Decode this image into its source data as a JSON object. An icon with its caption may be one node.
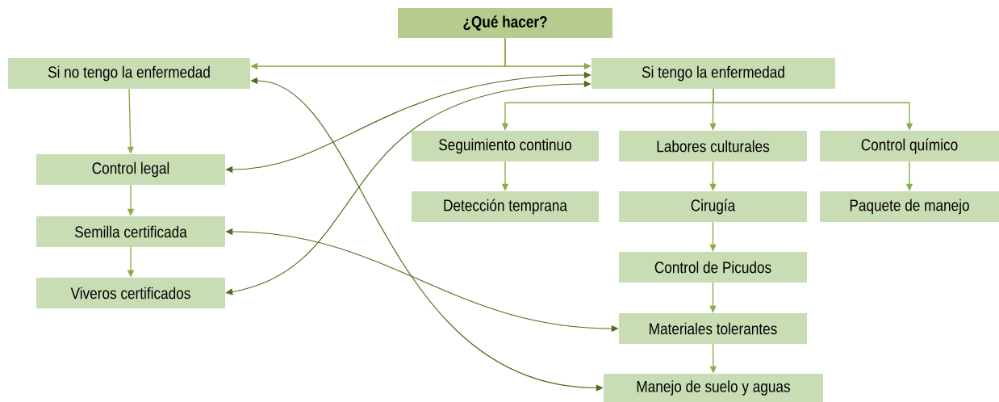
{
  "diagram": {
    "nodes": [
      {
        "text": [
          "¿Qué hacer?"
        ]
      },
      {
        "text": [
          "Si no tengo la enfermedad"
        ]
      },
      {
        "text": [
          "Si tengo la enfermedad"
        ]
      },
      {
        "text": [
          "Control legal"
        ]
      },
      {
        "text": [
          "Semilla certificada"
        ]
      },
      {
        "text": [
          "Viveros certificados"
        ]
      },
      {
        "text": [
          "Seguimiento continuo"
        ]
      },
      {
        "text": [
          "Labores culturales"
        ]
      },
      {
        "text": [
          "Control químico"
        ]
      },
      {
        "text": [
          "Detección temprana"
        ]
      },
      {
        "text": [
          "Cirugía"
        ]
      },
      {
        "text": [
          "Paquete de manejo"
        ]
      },
      {
        "text": [
          "Control de Picudos"
        ]
      },
      {
        "text": [
          "Materiales tolerantes"
        ]
      },
      {
        "text": [
          "Manejo de suelo y aguas"
        ]
      }
    ],
    "edges": [
      {
        "from": 0,
        "to": 1,
        "arrow": "to"
      },
      {
        "from": 0,
        "to": 2,
        "arrow": "to"
      },
      {
        "from": 1,
        "to": 3,
        "arrow": "to"
      },
      {
        "from": 3,
        "to": 4,
        "arrow": "to"
      },
      {
        "from": 4,
        "to": 5,
        "arrow": "to"
      },
      {
        "from": 2,
        "to": 6,
        "arrow": "to"
      },
      {
        "from": 2,
        "to": 7,
        "arrow": "to"
      },
      {
        "from": 2,
        "to": 8,
        "arrow": "to"
      },
      {
        "from": 6,
        "to": 9,
        "arrow": "to"
      },
      {
        "from": 7,
        "to": 10,
        "arrow": "to"
      },
      {
        "from": 8,
        "to": 11,
        "arrow": "to"
      },
      {
        "from": 10,
        "to": 12,
        "arrow": "to"
      },
      {
        "from": 12,
        "to": 13,
        "arrow": "to"
      },
      {
        "from": 13,
        "to": 14,
        "arrow": "to"
      },
      {
        "from": 2,
        "to": 3,
        "arrow": "both",
        "color": "#4f6f1c"
      },
      {
        "from": 2,
        "to": 5,
        "arrow": "both",
        "color": "#4f6f1c"
      },
      {
        "from": 1,
        "to": 14,
        "arrow": "both",
        "color": "#4f6f1c"
      },
      {
        "from": 4,
        "to": 13,
        "arrow": "both",
        "color": "#4f6f1c"
      }
    ]
  }
}
